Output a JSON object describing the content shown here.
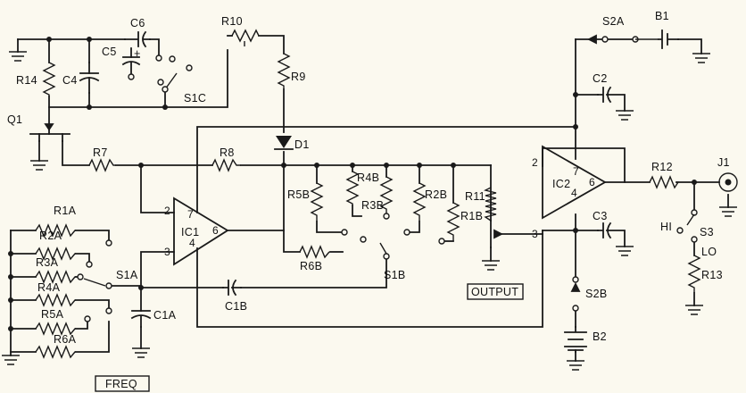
{
  "labels": {
    "c6": "C6",
    "r10": "R10",
    "s2a": "S2A",
    "b1": "B1",
    "c5": "C5",
    "c5_plus": "+",
    "r14": "R14",
    "c4": "C4",
    "r9": "R9",
    "s1c": "S1C",
    "c2": "C2",
    "q1": "Q1",
    "d1": "D1",
    "r7": "R7",
    "r8": "R8",
    "r12": "R12",
    "j1": "J1",
    "r4b": "R4B",
    "r5b": "R5B",
    "r3b": "R3B",
    "r2b": "R2B",
    "r1b": "R1B",
    "r11": "R11",
    "ic2": "IC2",
    "ic1": "IC1",
    "r1a": "R1A",
    "r2a": "R2A",
    "r3a": "R3A",
    "r4a": "R4A",
    "r5a": "R5A",
    "r6a": "R6A",
    "s1a": "S1A",
    "r6b": "R6B",
    "s1b": "S1B",
    "c1a": "C1A",
    "c1b": "C1B",
    "c3": "C3",
    "s2b": "S2B",
    "b2": "B2",
    "h1": "HI",
    "s3": "S3",
    "lo": "LO",
    "r13": "R13",
    "output": "OUTPUT",
    "freq": "FREQ"
  },
  "pins": {
    "ic1": {
      "p2": "2",
      "p3": "3",
      "p4": "4",
      "p6": "6",
      "p7": "7"
    },
    "ic2": {
      "p2": "2",
      "p3": "3",
      "p4": "4",
      "p6": "6",
      "p7": "7"
    }
  }
}
